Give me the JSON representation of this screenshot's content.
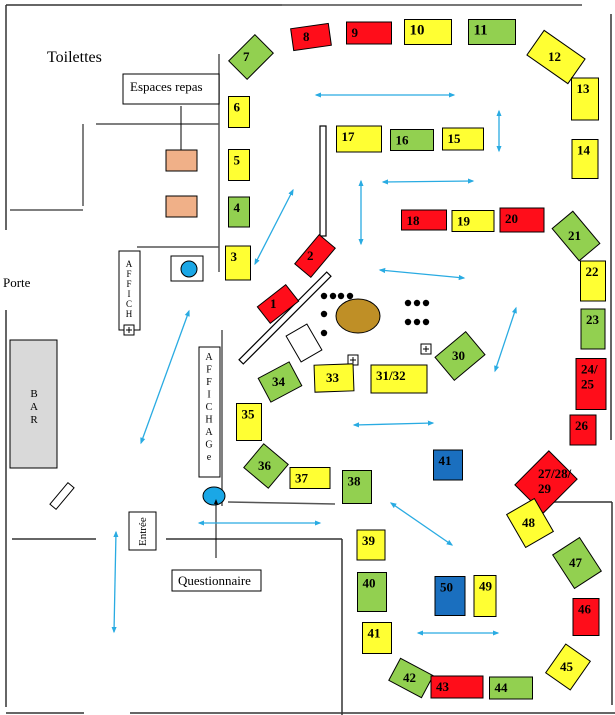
{
  "plan": {
    "colors": {
      "green": "#92d050",
      "yellow": "#ffff33",
      "red": "#ff0d1a",
      "blue": "#1a6fbf",
      "salmon": "#f0b088",
      "bar_grey": "#d9d9d9",
      "round_table": "#bf8f26",
      "arrow": "#29abe2",
      "info_point": "#1aa7e6"
    },
    "labels": {
      "toilettes": "Toilettes",
      "espaces_repas": "Espaces repas",
      "porte": "Porte",
      "bar": [
        "B",
        "A",
        "R"
      ],
      "affich_small": [
        "A",
        "F",
        "F",
        "I",
        "C",
        "H"
      ],
      "affichage_big": [
        "A",
        "F",
        "F",
        "I",
        "C",
        "H",
        "A",
        "G",
        "e"
      ],
      "entree": "Entrée",
      "questionnaire": "Questionnaire"
    },
    "stands": [
      {
        "id": "1",
        "label": "1",
        "color": "red"
      },
      {
        "id": "2",
        "label": "2",
        "color": "red"
      },
      {
        "id": "3",
        "label": "3",
        "color": "yellow"
      },
      {
        "id": "4",
        "label": "4",
        "color": "green"
      },
      {
        "id": "5",
        "label": "5",
        "color": "yellow"
      },
      {
        "id": "6",
        "label": "6",
        "color": "yellow"
      },
      {
        "id": "7",
        "label": "7",
        "color": "green"
      },
      {
        "id": "8",
        "label": "8",
        "color": "red"
      },
      {
        "id": "9",
        "label": "9",
        "color": "red"
      },
      {
        "id": "10",
        "label": "10",
        "color": "yellow"
      },
      {
        "id": "11",
        "label": "11",
        "color": "green"
      },
      {
        "id": "12",
        "label": "12",
        "color": "yellow"
      },
      {
        "id": "13",
        "label": "13",
        "color": "yellow"
      },
      {
        "id": "14",
        "label": "14",
        "color": "yellow"
      },
      {
        "id": "15",
        "label": "15",
        "color": "yellow"
      },
      {
        "id": "16",
        "label": "16",
        "color": "green"
      },
      {
        "id": "17",
        "label": "17",
        "color": "yellow"
      },
      {
        "id": "18",
        "label": "18",
        "color": "red"
      },
      {
        "id": "19",
        "label": "19",
        "color": "yellow"
      },
      {
        "id": "20",
        "label": "20",
        "color": "red"
      },
      {
        "id": "21",
        "label": "21",
        "color": "green"
      },
      {
        "id": "22",
        "label": "22",
        "color": "yellow"
      },
      {
        "id": "23",
        "label": "23",
        "color": "green"
      },
      {
        "id": "24-25",
        "label": "24/\n25",
        "color": "red"
      },
      {
        "id": "26",
        "label": "26",
        "color": "red"
      },
      {
        "id": "27-28-29",
        "label": "27/28/\n29",
        "color": "red"
      },
      {
        "id": "30",
        "label": "30",
        "color": "green"
      },
      {
        "id": "31-32",
        "label": "31/32",
        "color": "yellow"
      },
      {
        "id": "33",
        "label": "33",
        "color": "yellow"
      },
      {
        "id": "34",
        "label": "34",
        "color": "green"
      },
      {
        "id": "35",
        "label": "35",
        "color": "yellow"
      },
      {
        "id": "36",
        "label": "36",
        "color": "green"
      },
      {
        "id": "37",
        "label": "37",
        "color": "yellow"
      },
      {
        "id": "38",
        "label": "38",
        "color": "green"
      },
      {
        "id": "39",
        "label": "39",
        "color": "yellow"
      },
      {
        "id": "40",
        "label": "40",
        "color": "green"
      },
      {
        "id": "41a",
        "label": "41",
        "color": "blue"
      },
      {
        "id": "41b",
        "label": "41",
        "color": "yellow"
      },
      {
        "id": "42",
        "label": "42",
        "color": "green"
      },
      {
        "id": "43",
        "label": "43",
        "color": "red"
      },
      {
        "id": "44",
        "label": "44",
        "color": "green"
      },
      {
        "id": "45",
        "label": "45",
        "color": "yellow"
      },
      {
        "id": "46",
        "label": "46",
        "color": "red"
      },
      {
        "id": "47",
        "label": "47",
        "color": "green"
      },
      {
        "id": "48",
        "label": "48",
        "color": "yellow"
      },
      {
        "id": "49",
        "label": "49",
        "color": "yellow"
      },
      {
        "id": "50",
        "label": "50",
        "color": "blue"
      }
    ]
  }
}
